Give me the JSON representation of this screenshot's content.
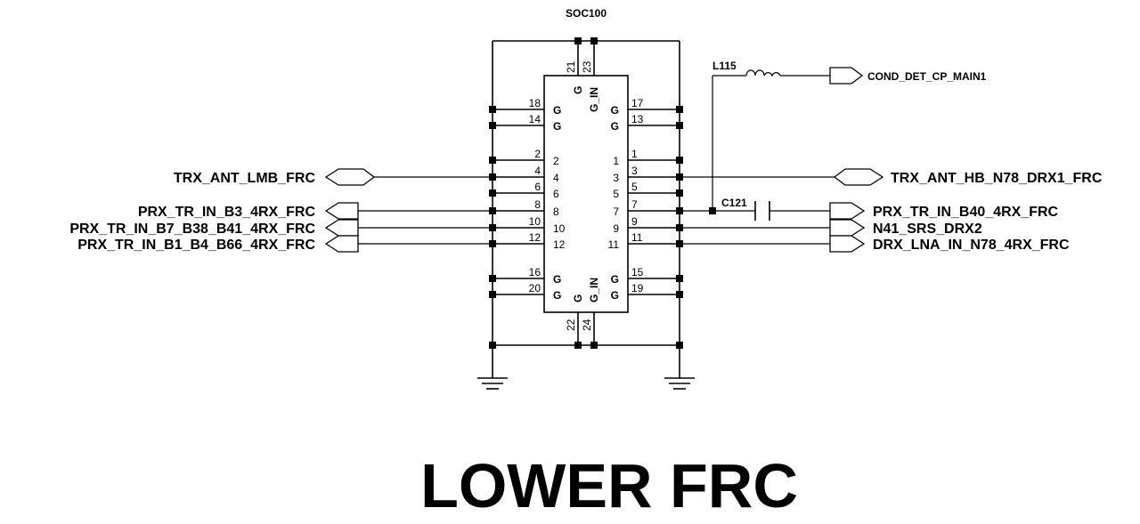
{
  "component": {
    "refdes": "SOC100",
    "top_pins": [
      {
        "pin": "21",
        "func": "G"
      },
      {
        "pin": "23",
        "func": "G_IN"
      }
    ],
    "bottom_pins": [
      {
        "pin": "22",
        "func": "G"
      },
      {
        "pin": "24",
        "func": "G_IN"
      }
    ],
    "left_pins": [
      {
        "outer": "18",
        "inner": "G"
      },
      {
        "outer": "14",
        "inner": "G"
      },
      {
        "outer": "2",
        "inner": "2"
      },
      {
        "outer": "4",
        "inner": "4"
      },
      {
        "outer": "6",
        "inner": "6"
      },
      {
        "outer": "8",
        "inner": "8"
      },
      {
        "outer": "10",
        "inner": "10"
      },
      {
        "outer": "12",
        "inner": "12"
      },
      {
        "outer": "16",
        "inner": "G"
      },
      {
        "outer": "20",
        "inner": "G"
      }
    ],
    "right_pins": [
      {
        "outer": "17",
        "inner": "G"
      },
      {
        "outer": "13",
        "inner": "G"
      },
      {
        "outer": "1",
        "inner": "1"
      },
      {
        "outer": "3",
        "inner": "3"
      },
      {
        "outer": "5",
        "inner": "5"
      },
      {
        "outer": "7",
        "inner": "7"
      },
      {
        "outer": "9",
        "inner": "9"
      },
      {
        "outer": "11",
        "inner": "11"
      },
      {
        "outer": "15",
        "inner": "G"
      },
      {
        "outer": "19",
        "inner": "G"
      }
    ]
  },
  "inductor": {
    "refdes": "L115"
  },
  "capacitor": {
    "refdes": "C121"
  },
  "nets": {
    "trx_ant_lmb": "TRX_ANT_LMB_FRC",
    "prx_b3": "PRX_TR_IN_B3_4RX_FRC",
    "prx_b7": "PRX_TR_IN_B7_B38_B41_4RX_FRC",
    "prx_b1": "PRX_TR_IN_B1_B4_B66_4RX_FRC",
    "trx_ant_hb": "TRX_ANT_HB_N78_DRX1_FRC",
    "prx_b40": "PRX_TR_IN_B40_4RX_FRC",
    "n41_srs": "N41_SRS_DRX2",
    "drx_lna": "DRX_LNA_IN_N78_4RX_FRC",
    "cond_det": "COND_DET_CP_MAIN1"
  },
  "title": "LOWER FRC"
}
